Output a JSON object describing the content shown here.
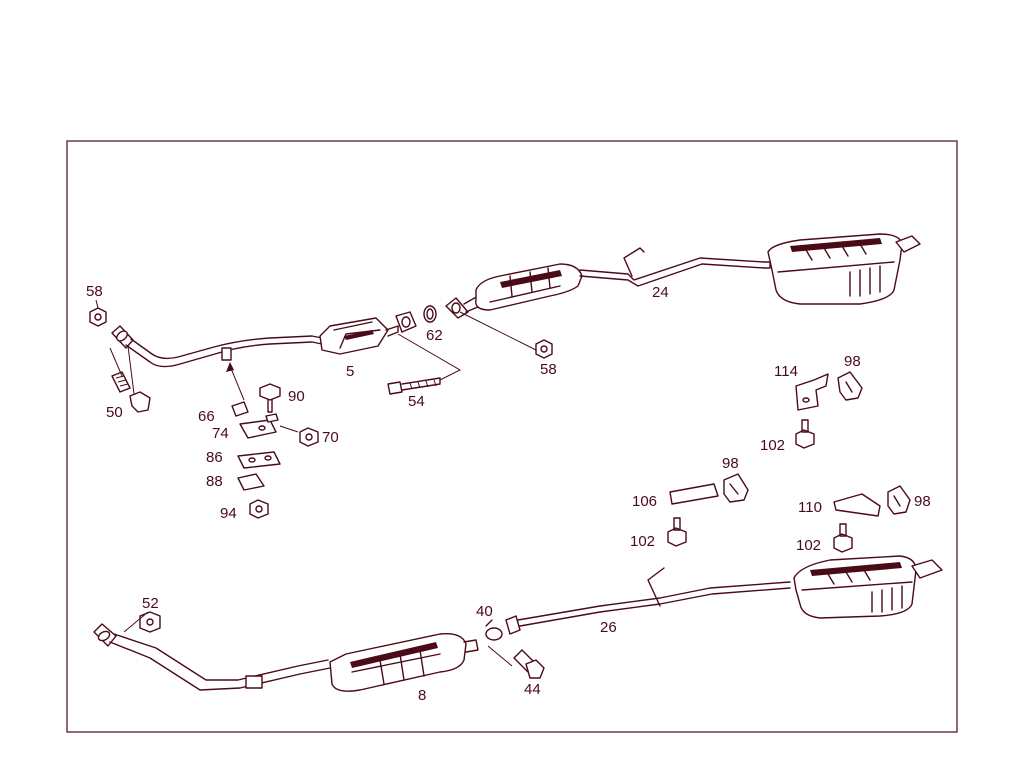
{
  "diagram": {
    "labels": {
      "p58a": "58",
      "p50": "50",
      "p66": "66",
      "p74": "74",
      "p86": "86",
      "p88": "88",
      "p94": "94",
      "p90": "90",
      "p70": "70",
      "p5": "5",
      "p54": "54",
      "p62": "62",
      "p58b": "58",
      "p24": "24",
      "p114": "114",
      "p98a": "98",
      "p102a": "102",
      "p106": "106",
      "p98b": "98",
      "p102b": "102",
      "p110": "110",
      "p98c": "98",
      "p102c": "102",
      "p52": "52",
      "p40": "40",
      "p26": "26",
      "p44": "44",
      "p8": "8"
    },
    "colors": {
      "line": "#4a0a18",
      "background": "#ffffff"
    }
  }
}
